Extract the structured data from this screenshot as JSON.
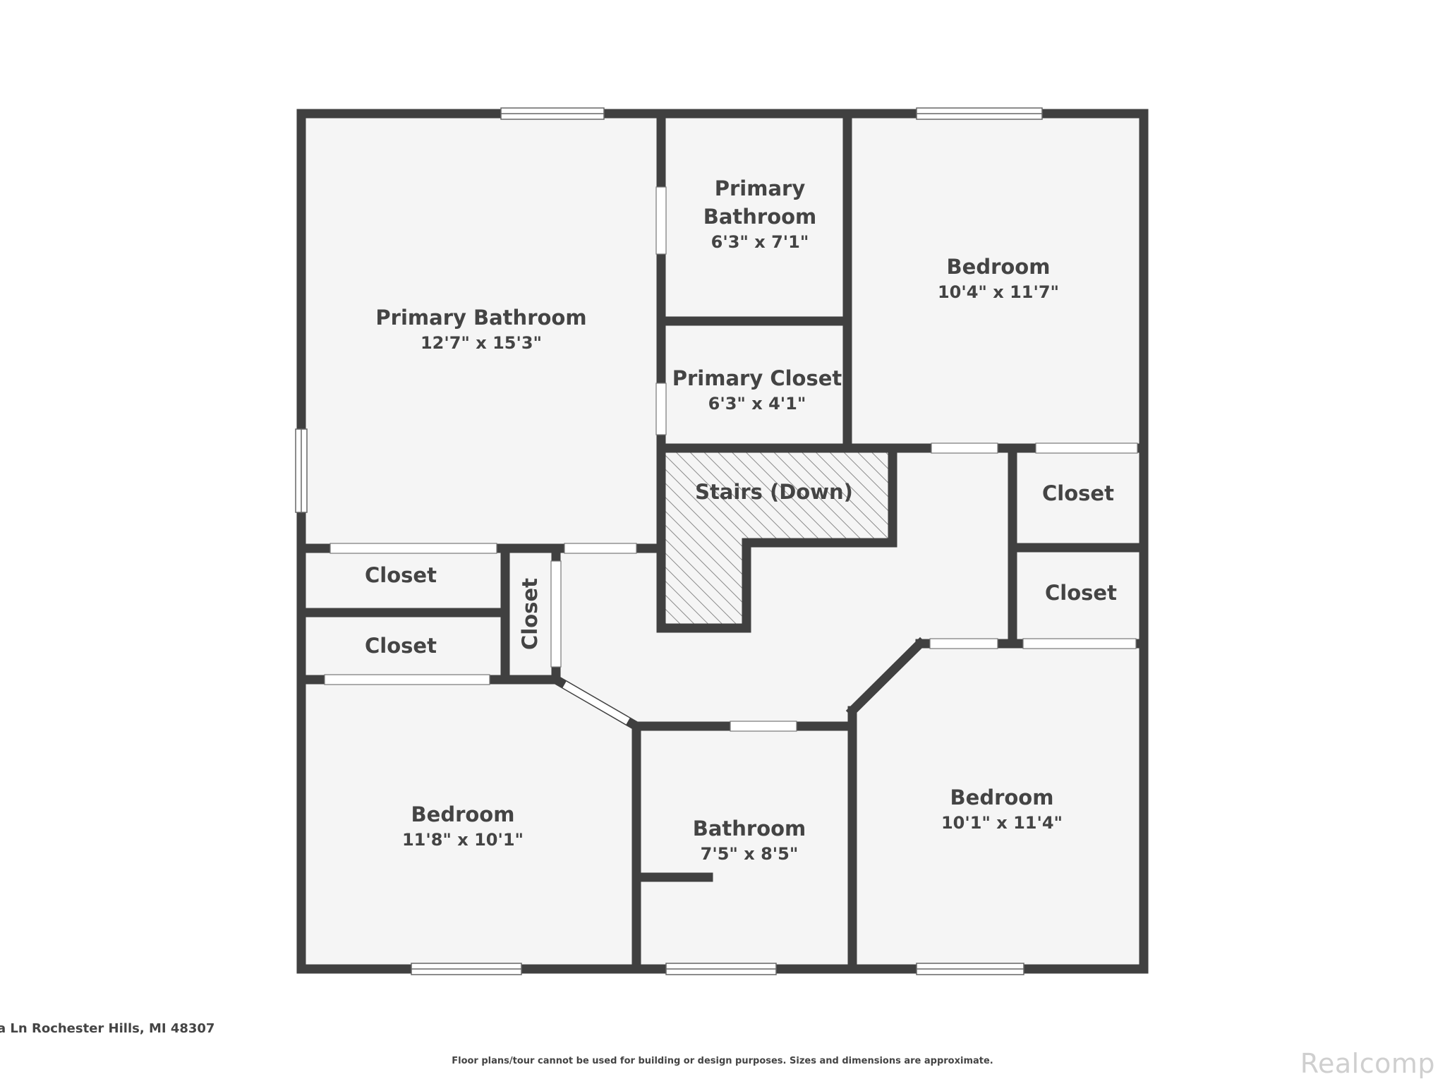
{
  "colors": {
    "wall": "#404040",
    "floor": "#f5f5f5",
    "window_frame": "#666666",
    "text": "#444444",
    "background": "#ffffff",
    "watermark": "#cfcfcf"
  },
  "rooms": {
    "primary_bathroom_large": {
      "name": "Primary Bathroom",
      "dims": "12'7\" x 15'3\""
    },
    "primary_bathroom_small": {
      "name_line1": "Primary",
      "name_line2": "Bathroom",
      "dims": "6'3\" x 7'1\""
    },
    "bedroom_top_right": {
      "name": "Bedroom",
      "dims": "10'4\" x 11'7\""
    },
    "primary_closet": {
      "name": "Primary Closet",
      "dims": "6'3\" x 4'1\""
    },
    "stairs": {
      "name": "Stairs (Down)"
    },
    "closet_right_upper": {
      "name": "Closet"
    },
    "closet_right_lower": {
      "name": "Closet"
    },
    "closet_left_upper": {
      "name": "Closet"
    },
    "closet_left_lower": {
      "name": "Closet"
    },
    "closet_vertical": {
      "name": "Closet"
    },
    "bedroom_bottom_left": {
      "name": "Bedroom",
      "dims": "11'8\" x 10'1\""
    },
    "bathroom": {
      "name": "Bathroom",
      "dims": "7'5\" x 8'5\""
    },
    "bedroom_bottom_right": {
      "name": "Bedroom",
      "dims": "10'1\" x 11'4\""
    }
  },
  "footer": {
    "address": "a Ln Rochester Hills, MI 48307",
    "disclaimer": "Floor plans/tour cannot be used for building or design purposes. Sizes and dimensions are approximate.",
    "watermark": "Realcomp"
  }
}
